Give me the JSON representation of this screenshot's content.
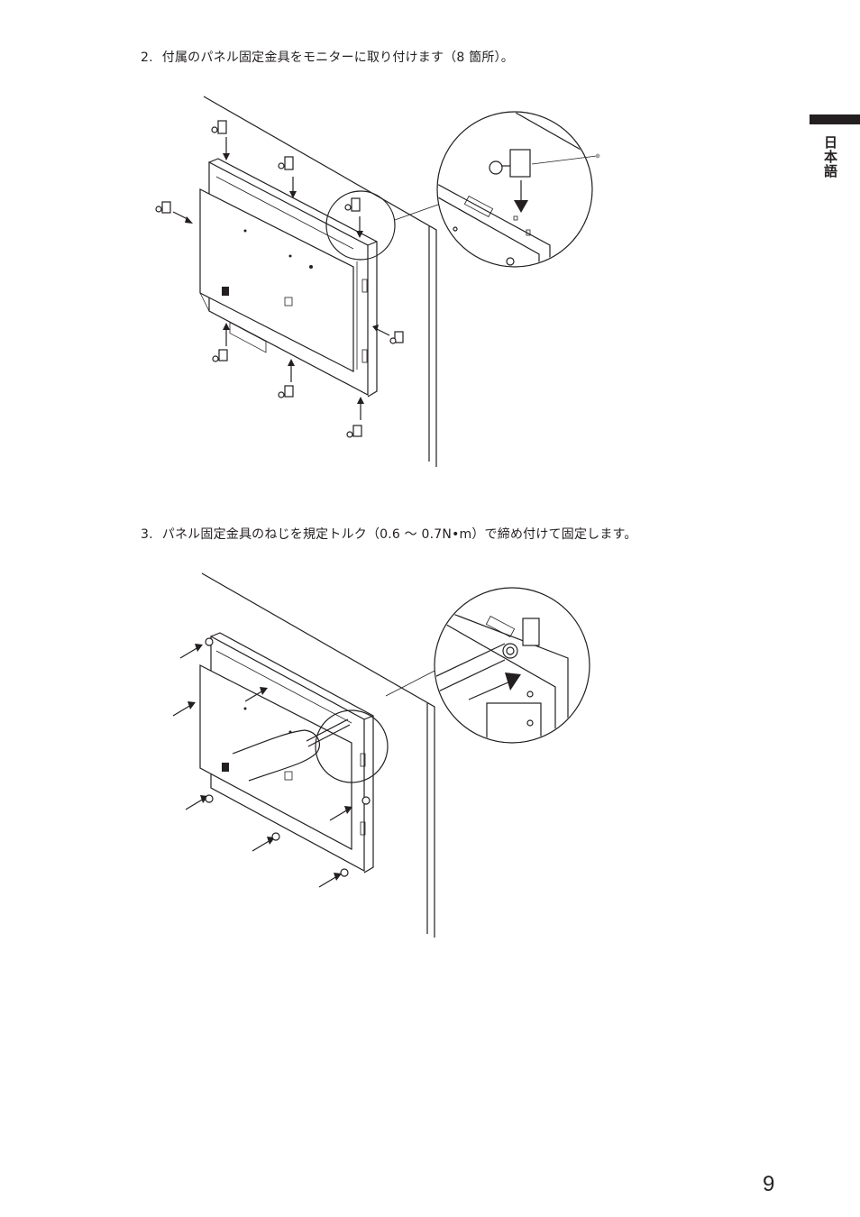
{
  "steps": [
    {
      "number": "2.",
      "text": "付属のパネル固定金具をモニターに取り付けます（8 箇所）。"
    },
    {
      "number": "3.",
      "text": "パネル固定金具のねじを規定トルク（0.6 〜 0.7N•m）で締め付けて固定します。"
    }
  ],
  "language_tab": "日本語",
  "page_number": "9",
  "colors": {
    "ink": "#231f20",
    "callout_gray": "#a7a9ac"
  }
}
